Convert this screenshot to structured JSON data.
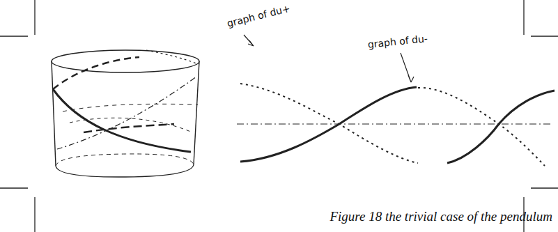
{
  "diagram": {
    "caption": "Figure 18 the trivial case of the pendulum",
    "labels": [
      "graph of du+",
      "graph of du-"
    ]
  }
}
